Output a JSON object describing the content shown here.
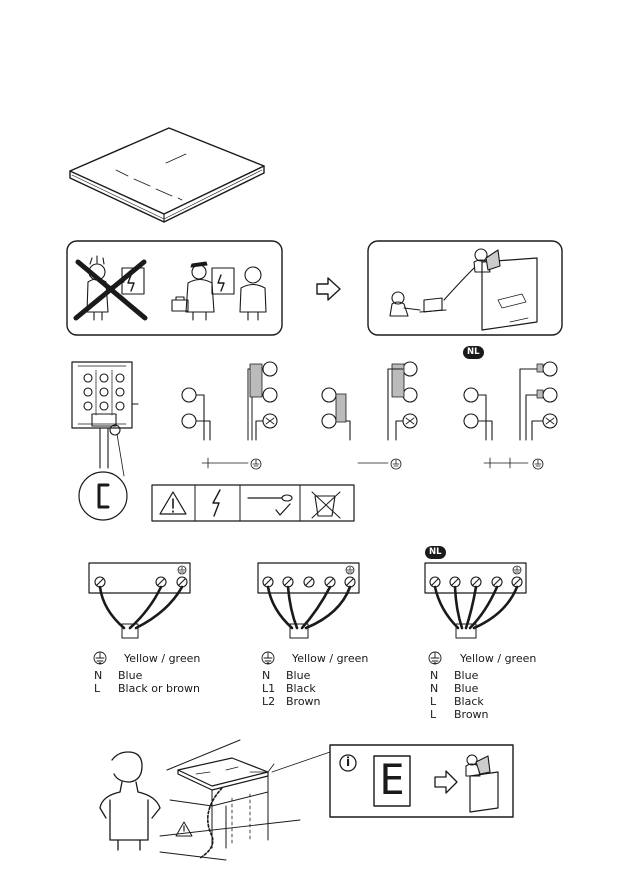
{
  "badges": {
    "nl_top": "NL",
    "nl_bottom": "NL"
  },
  "legends": [
    {
      "ground_label": "Yellow / green",
      "rows": [
        {
          "code": "N",
          "color": "Blue"
        },
        {
          "code": "L",
          "color": "Black or brown"
        }
      ]
    },
    {
      "ground_label": "Yellow / green",
      "rows": [
        {
          "code": "N",
          "color": "Blue"
        },
        {
          "code": "L1",
          "color": "Black"
        },
        {
          "code": "L2",
          "color": "Brown"
        }
      ]
    },
    {
      "ground_label": "Yellow / green",
      "rows": [
        {
          "code": "N",
          "color": "Blue"
        },
        {
          "code": "N",
          "color": "Blue"
        },
        {
          "code": "L",
          "color": "Black"
        },
        {
          "code": "L",
          "color": "Brown"
        }
      ]
    }
  ],
  "error_display": {
    "symbol": "E",
    "info_glyph": "i"
  },
  "icons": [
    "hob-icon",
    "no-diy-icon",
    "electrician-icon",
    "arrow-right-icon",
    "manual-icon",
    "warning-icon",
    "lightning-icon",
    "screwdriver-icon",
    "no-bin-icon",
    "ground-icon",
    "info-icon"
  ]
}
